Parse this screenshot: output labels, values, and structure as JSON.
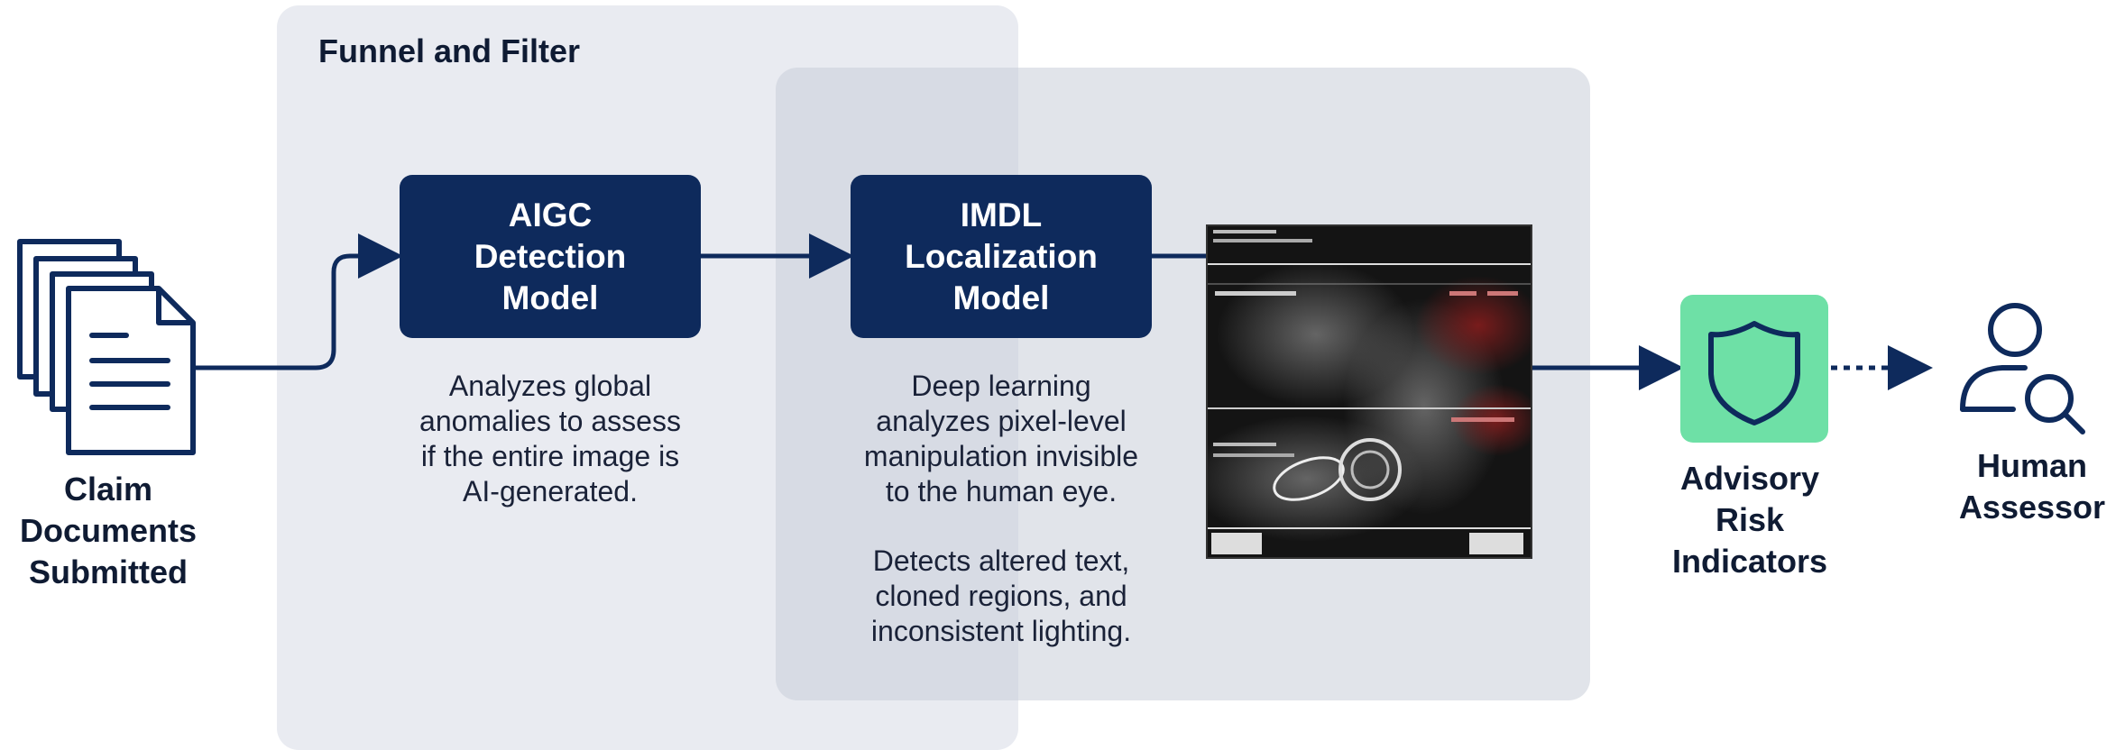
{
  "panels": {
    "funnel_title": "Funnel and Filter"
  },
  "input": {
    "label_lines": [
      "Claim",
      "Documents",
      "Submitted"
    ]
  },
  "aigc": {
    "title_lines": [
      "AIGC",
      "Detection",
      "Model"
    ],
    "desc_lines": [
      "Analyzes global",
      "anomalies to assess",
      "if the entire image is",
      "AI-generated."
    ]
  },
  "imdl": {
    "title_lines": [
      "IMDL",
      "Localization",
      "Model"
    ],
    "desc_lines": [
      "Deep learning",
      "analyzes pixel-level",
      "manipulation invisible",
      "to the human eye."
    ],
    "desc2_lines": [
      "Detects altered text,",
      "cloned regions, and",
      "inconsistent lighting."
    ]
  },
  "output": {
    "advisory_lines": [
      "Advisory",
      "Risk",
      "Indicators"
    ],
    "assessor_lines": [
      "Human",
      "Assessor"
    ]
  },
  "icons": {
    "documents": "stacked-documents-icon",
    "shield": "shield-icon",
    "assessor": "person-search-icon"
  },
  "colors": {
    "navy": "#0e2a5c",
    "green": "#6ee0a6",
    "panel_light": "#e9ebf1"
  }
}
